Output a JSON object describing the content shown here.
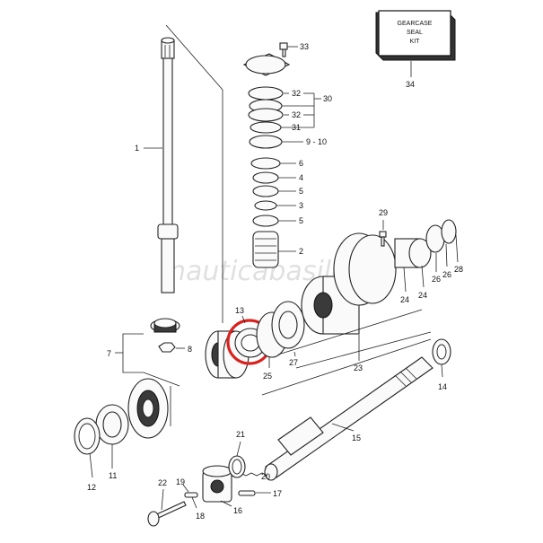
{
  "kit": {
    "lines": [
      "GEARCASE",
      "SEAL",
      "KIT"
    ],
    "number": "34"
  },
  "watermark": "nauticabasile.it",
  "highlight_color": "#d9211e",
  "callouts": {
    "c1": "1",
    "c2": "2",
    "c3": "3",
    "c4": "4",
    "c5a": "5",
    "c5b": "5",
    "c6": "6",
    "c7": "7",
    "c8": "8",
    "c9_10": "9 - 10",
    "c11": "11",
    "c12": "12",
    "c13": "13",
    "c14": "14",
    "c15": "15",
    "c16": "16",
    "c17": "17",
    "c18": "18",
    "c19": "19",
    "c20": "20",
    "c21": "21",
    "c22": "22",
    "c23": "23",
    "c24a": "24",
    "c24b": "24",
    "c25": "25",
    "c26": "26",
    "c27": "27",
    "c28": "28",
    "c29": "29",
    "c30": "30",
    "c31": "31",
    "c32a": "32",
    "c32b": "32",
    "c33": "33"
  }
}
